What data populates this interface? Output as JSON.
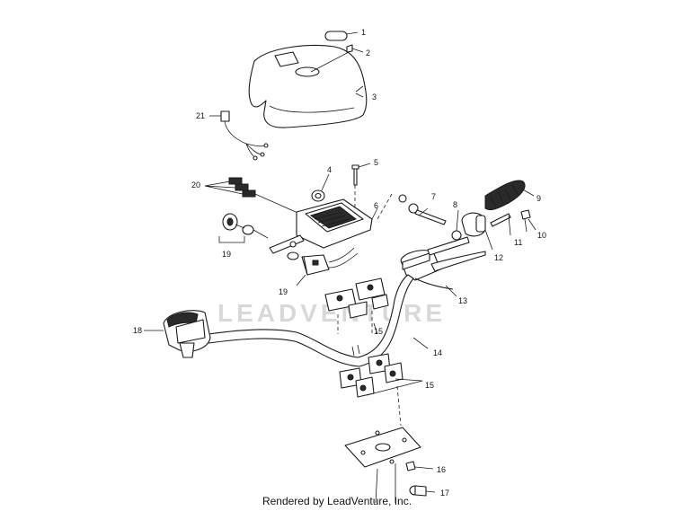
{
  "watermark": "LEADVENTURE",
  "footer": "Rendered by LeadVenture, Inc.",
  "callouts": {
    "c1": "1",
    "c2": "2",
    "c3": "3",
    "c4": "4",
    "c5": "5",
    "c6": "6",
    "c7": "7",
    "c8": "8",
    "c9": "9",
    "c10": "10",
    "c11": "11",
    "c12": "12",
    "c13": "13",
    "c14": "14",
    "c15a": "15",
    "c15b": "15",
    "c16": "16",
    "c17": "17",
    "c18": "18",
    "c19a": "19",
    "c19b": "19",
    "c20": "20",
    "c21": "21"
  }
}
